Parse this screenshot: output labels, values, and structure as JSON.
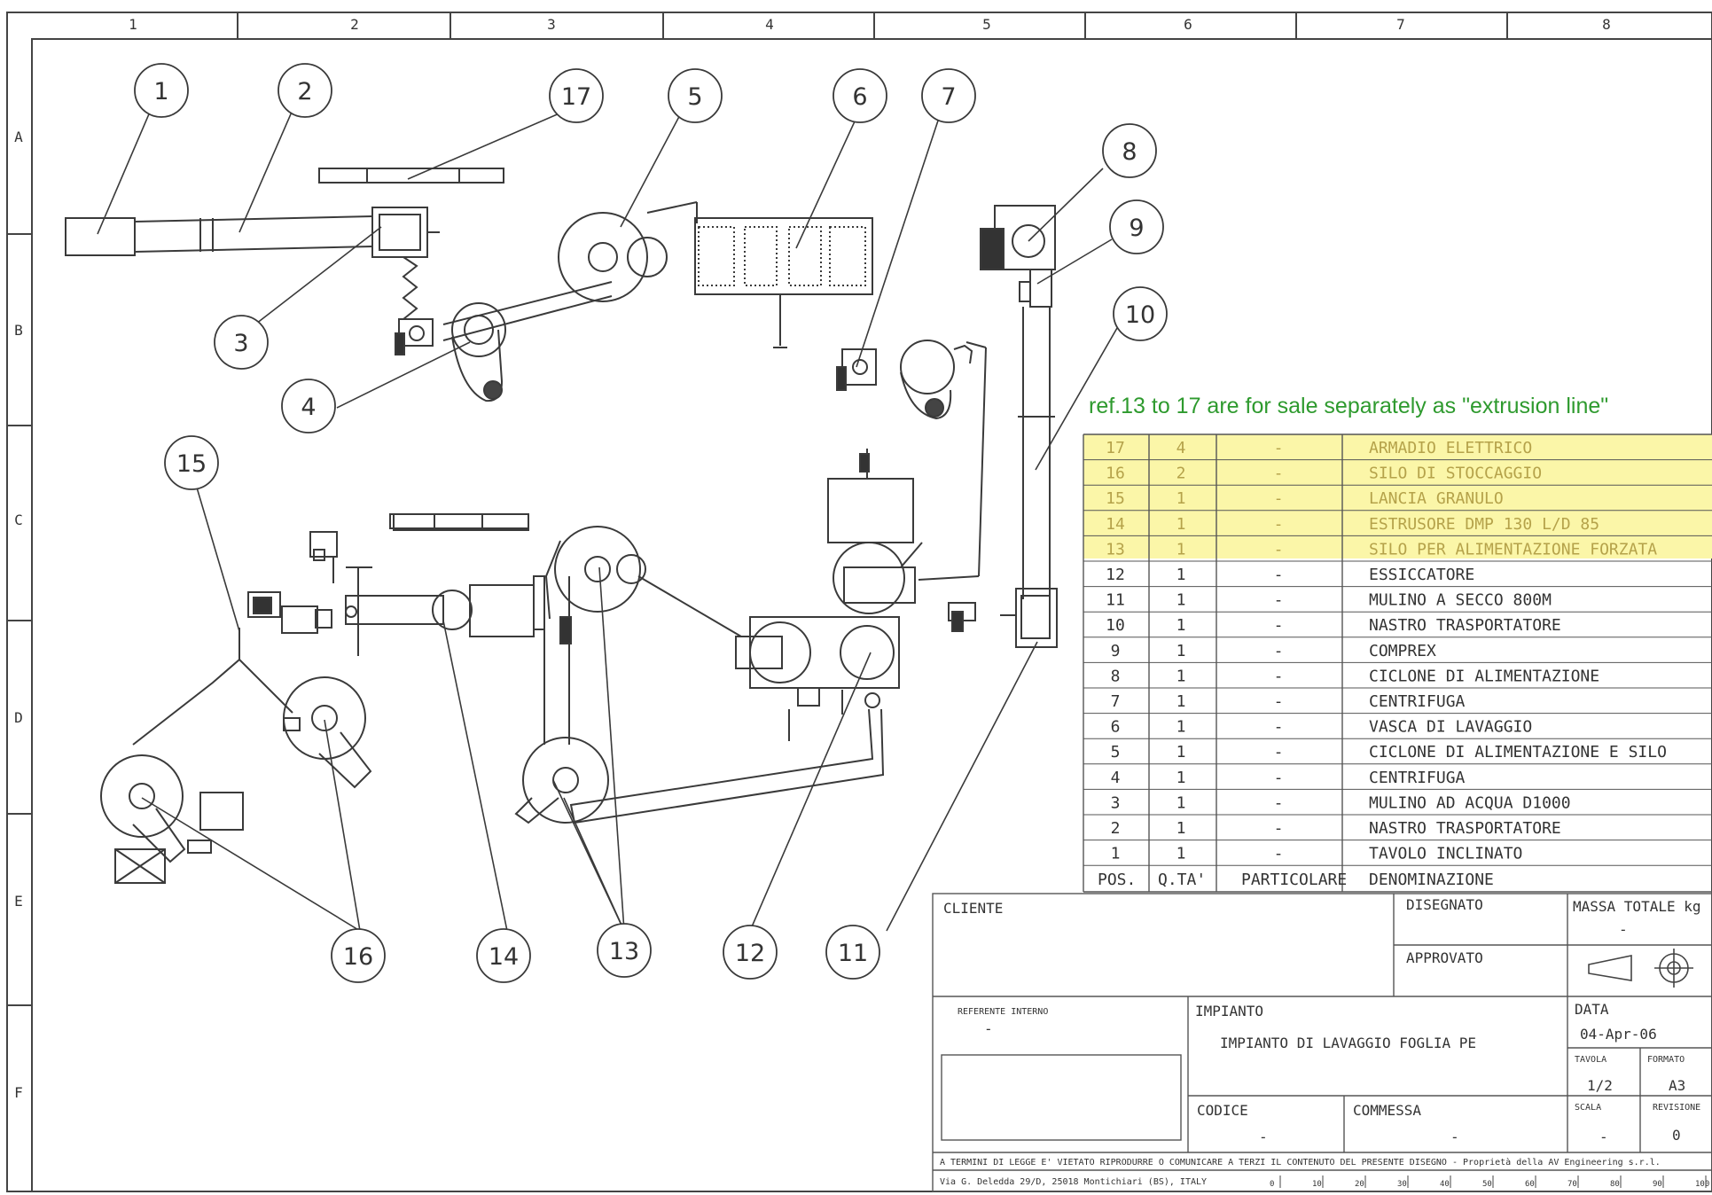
{
  "frame": {
    "columns": [
      "1",
      "2",
      "3",
      "4",
      "5",
      "6",
      "7",
      "8"
    ],
    "rows": [
      "A",
      "B",
      "C",
      "D",
      "E",
      "F"
    ]
  },
  "callouts": [
    "1",
    "2",
    "3",
    "4",
    "5",
    "6",
    "7",
    "8",
    "9",
    "10",
    "11",
    "12",
    "13",
    "14",
    "15",
    "16",
    "17"
  ],
  "note": "ref.13 to 17  are for sale separately as \"extrusion line\"",
  "bom": {
    "headers": {
      "pos": "POS.",
      "qty": "Q.TA'",
      "part": "PARTICOLARE",
      "name": "DENOMINAZIONE"
    },
    "rows": [
      {
        "pos": "17",
        "qty": "4",
        "part": "-",
        "name": "ARMADIO ELETTRICO",
        "highlight": true
      },
      {
        "pos": "16",
        "qty": "2",
        "part": "-",
        "name": "SILO DI STOCCAGGIO",
        "highlight": true
      },
      {
        "pos": "15",
        "qty": "1",
        "part": "-",
        "name": "LANCIA GRANULO",
        "highlight": true
      },
      {
        "pos": "14",
        "qty": "1",
        "part": "-",
        "name": "ESTRUSORE DMP 130 L/D 85",
        "highlight": true
      },
      {
        "pos": "13",
        "qty": "1",
        "part": "-",
        "name": "SILO PER ALIMENTAZIONE FORZATA",
        "highlight": true
      },
      {
        "pos": "12",
        "qty": "1",
        "part": "-",
        "name": "ESSICCATORE",
        "highlight": false
      },
      {
        "pos": "11",
        "qty": "1",
        "part": "-",
        "name": "MULINO A SECCO 800M",
        "highlight": false
      },
      {
        "pos": "10",
        "qty": "1",
        "part": "-",
        "name": "NASTRO TRASPORTATORE",
        "highlight": false
      },
      {
        "pos": "9",
        "qty": "1",
        "part": "-",
        "name": "COMPREX",
        "highlight": false
      },
      {
        "pos": "8",
        "qty": "1",
        "part": "-",
        "name": "CICLONE DI ALIMENTAZIONE",
        "highlight": false
      },
      {
        "pos": "7",
        "qty": "1",
        "part": "-",
        "name": "CENTRIFUGA",
        "highlight": false
      },
      {
        "pos": "6",
        "qty": "1",
        "part": "-",
        "name": "VASCA DI LAVAGGIO",
        "highlight": false
      },
      {
        "pos": "5",
        "qty": "1",
        "part": "-",
        "name": "CICLONE DI ALIMENTAZIONE E SILO",
        "highlight": false
      },
      {
        "pos": "4",
        "qty": "1",
        "part": "-",
        "name": "CENTRIFUGA",
        "highlight": false
      },
      {
        "pos": "3",
        "qty": "1",
        "part": "-",
        "name": "MULINO AD ACQUA D1000",
        "highlight": false
      },
      {
        "pos": "2",
        "qty": "1",
        "part": "-",
        "name": "NASTRO TRASPORTATORE",
        "highlight": false
      },
      {
        "pos": "1",
        "qty": "1",
        "part": "-",
        "name": "TAVOLO INCLINATO",
        "highlight": false
      }
    ]
  },
  "title_block": {
    "cliente_label": "CLIENTE",
    "disegnato_label": "DISEGNATO",
    "approvato_label": "APPROVATO",
    "massa_label": "MASSA TOTALE kg",
    "massa_value": "-",
    "referente_label": "REFERENTE INTERNO",
    "referente_value": "-",
    "impianto_label": "IMPIANTO",
    "impianto_value": "IMPIANTO DI LAVAGGIO FOGLIA PE",
    "data_label": "DATA",
    "data_value": "04-Apr-06",
    "tavola_label": "TAVOLA",
    "tavola_value": "1/2",
    "formato_label": "FORMATO",
    "formato_value": "A3",
    "codice_label": "CODICE",
    "codice_value": "-",
    "commessa_label": "COMMESSA",
    "commessa_value": "-",
    "scala_label": "SCALA",
    "scala_value": "-",
    "revisione_label": "REVISIONE",
    "revisione_value": "0",
    "legal": "A TERMINI DI LEGGE E' VIETATO RIPRODURRE O COMUNICARE A TERZI IL CONTENUTO DEL PRESENTE DISEGNO - Proprietà della AV Engineering s.r.l.",
    "address": "Via G. Deledda 29/D, 25018 Montichiari (BS), ITALY",
    "scale_ticks": [
      "0",
      "10",
      "20",
      "30",
      "40",
      "50",
      "60",
      "70",
      "80",
      "90",
      "100"
    ]
  },
  "colors": {
    "highlight": "#fbf6a8",
    "line": "#3a3a3a",
    "note": "#2e9a2e"
  }
}
